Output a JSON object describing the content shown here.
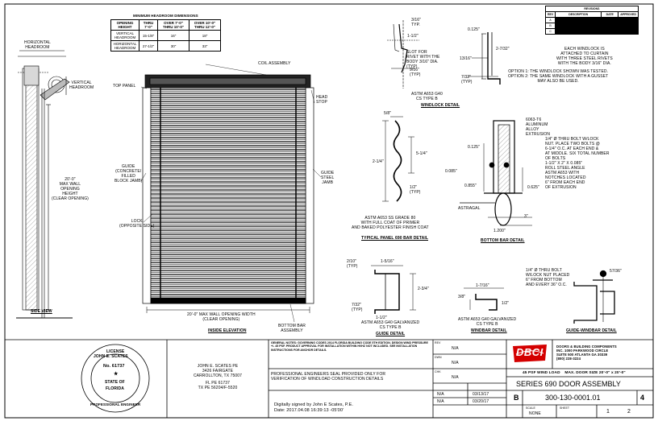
{
  "header_table": {
    "title": "MINIMUM HEADROOM DIMENSIONS",
    "col_head": "OPENING HEIGHT",
    "cols": [
      "THRU 7'-0\"",
      "OVER 7'-0\" THRU 10'-0\"",
      "OVER 10'-0\" THRU 12'-0\""
    ],
    "rows": [
      {
        "label": "VERTICAL HEADROOM",
        "vals": [
          "15-1/8\"",
          "16\"",
          "18\""
        ]
      },
      {
        "label": "HORIZONTAL HEADROOM",
        "vals": [
          "27-1/2\"",
          "30\"",
          "33\""
        ]
      }
    ]
  },
  "side_view": {
    "horizontal_headroom": "HORIZONTAL\nHEADROOM",
    "vertical_headroom": "VERTICAL\nHEADROOM",
    "wall_height": "20'-0\"\nMAX WALL\nOPENING\nHEIGHT\n(CLEAR OPENING)",
    "caption": "SIDE VIEW"
  },
  "elevation": {
    "coil_assembly": "COIL ASSEMBLY",
    "top_panel": "TOP PANEL",
    "head_stop": "HEAD\nSTOP",
    "guide_left": "GUIDE\n(CONCRETE/\nFILLED\nBLOCK JAMB)",
    "guide_right": "GUIDE\nSTEEL\nJAMB",
    "lock": "LOCK\n(OPPOSITE SIDE)",
    "width": "20'-0\" MAX WALL OPENING WIDTH\n(CLEAR OPENING)",
    "bottom_bar": "BOTTOM BAR\nASSEMBLY",
    "caption": "INSIDE ELEVATION"
  },
  "windlock": {
    "dims": [
      "3/16\"\nTYP.",
      "0.125\"",
      "2-7/32\"",
      "1-1/2\"",
      "13/16\"",
      "7/32\"\n(TYP)",
      "9/16\"\n(TYP)"
    ],
    "slot": "SLOT FOR\nRIVET WITH THE\nBODY 3/16\" DIA.\n(TYP)",
    "spec": "ASTM A653 G40\nCS TYPE B",
    "caption": "WINDLOCK DETAIL",
    "note1": "EACH WINDLOCK IS\nATTACHED TO CURTAIN\nWITH THREE STEEL RIVETS\nWITH THE BODY 3/16\" DIA.",
    "note2": "OPTION 1: THE WINDLOCK SHOWN WAS TESTED.\nOPTION 2: THE SAME WINDLOCK WITH A GUSSET\nMAY ALSO BE USED."
  },
  "revisions": {
    "title": "REVISIONS",
    "heads": [
      "REV",
      "DESCRIPTION",
      "DATE",
      "APPROVED"
    ],
    "rows": [
      [
        "A",
        "",
        "",
        ""
      ],
      [
        "B",
        "",
        "",
        ""
      ],
      [
        "C",
        "",
        "",
        ""
      ]
    ]
  },
  "panel": {
    "dims": [
      "5/8\"",
      "5-1/4\"",
      "2-1/4\"",
      "1/2\"\n(TYP)"
    ],
    "spec": "ASTM A653 SS GRADE 80\nWITH FULL COAT OF PRIMER\nAND BAKED POLYESTER FINISH COAT",
    "caption": "TYPICAL PANEL 690 BAR DETAIL"
  },
  "bottom_bar": {
    "aluminum": "6063-T6\nALUMINUM\nALLOY\nEXTRUSION",
    "bolt": "1/4\" Ø THRU BOLT W/LOCK\nNUT. PLACE TWO BOLTS @\n6-1/4\" O.C. AT EACH END &\nAT MIDDLE. SIX TOTAL NUMBER\nOF BOLTS",
    "angle": "1-1/2\" X 2\" X 0.085\"\nROLL STEEL ANGLE\nASTM A653 WITH\nNOTCHES LOCATED\n6\" FROM EACH END\nOF EXTRUSION",
    "astragal": "ASTRAGAL",
    "dims": [
      "0.125\"",
      "0.085\"",
      "0.855\"",
      "1.200\"",
      "3\"",
      "0.625\""
    ],
    "caption": "BOTTOM BAR DETAIL"
  },
  "guide": {
    "dims": [
      "1-5/16\"",
      "2/10\"\n(TYP)",
      "2-3/4\"",
      "7/32\"\n(TYP)",
      "1-1/2\""
    ],
    "spec": "ASTM A653 G40 GALVANIZED\nCS TYPE B",
    "caption": "GUIDE DETAIL"
  },
  "windbar": {
    "dims": [
      "1-7/16\"",
      "3/8\"",
      "1/2\""
    ],
    "spec": "ASTM A653 G40 GALVANIZED\nCS TYPE B",
    "caption": "WINDBAR DETAIL"
  },
  "guide_windbar": {
    "bolt": "1/4\" Ø THRU BOLT\nW/LOCK NUT PLACED\n6\" FROM BOTTOM\nAND EVERY 36\" O.C.",
    "dim": "57/36\"",
    "caption": "GUIDE-WINDBAR DETAIL"
  },
  "seal": {
    "name": "JOHN E. SCATES",
    "license": "No. 61737",
    "state1": "STATE OF",
    "state2": "FLORIDA",
    "top_text": "LICENSE",
    "bottom_text": "PROFESSIONAL ENGINEER"
  },
  "engineer": {
    "lines": [
      "JOHN E. SCATES PE",
      "3426 FAIRGATE",
      "CARROLLTON, TX 75007",
      "",
      "FL PE 61737",
      "TX PE 56204/F-5520"
    ]
  },
  "notes": {
    "general": "GENERAL NOTES: GOVERNING CODES 2014 FLORIDA BUILDING CODE 5TH EDITION. DESIGN WIND PRESSURE +/- 45 PSF. PRODUCT APPROVAL FOR INSTALLATION WITHIN HVHZ NOT INCLUDED. SEE INSTALLATION INSTRUCTIONS FOR ANCHOR DETAILS.",
    "seal": "PROFESSIONAL ENGINEERS SEAL PROVIDED ONLY FOR\nVERIFICATION OF WINDLOAD CONSTRUCTION DETAILS",
    "signature": "Digitally signed by John E Scates, P.E.\nDate: 2017.04.08 16:39:13 -05'00'"
  },
  "title_block": {
    "rev_label": "REV",
    "rev_val": "N/A",
    "dwn_label": "DWN",
    "dwn_val": "N/A",
    "chk_label": "CHK",
    "chk_val": "N/A",
    "rows": [
      [
        "N/A",
        "03/13/17"
      ],
      [
        "N/A",
        "03/20/17"
      ]
    ],
    "logo": "DBCI",
    "company": "DOORS & BUILDING COMPONENTS\nINC. 1000 PARKWOOD CIRCLE\nSUITE 500 ATLANTA GA 30339\n(800) 228-3224",
    "load": "45 PSF WIND LOAD    MAX. DOOR SIZE 20'-0\" x 20'-0\"",
    "title": "SERIES 690 DOOR ASSEMBLY",
    "size": "B",
    "dwg_no": "300-130-0001.01",
    "rev": "4",
    "scale_label": "SCALE",
    "scale": "NONE",
    "sheet_label": "SHEET",
    "sheet": "1",
    "of": "2"
  }
}
